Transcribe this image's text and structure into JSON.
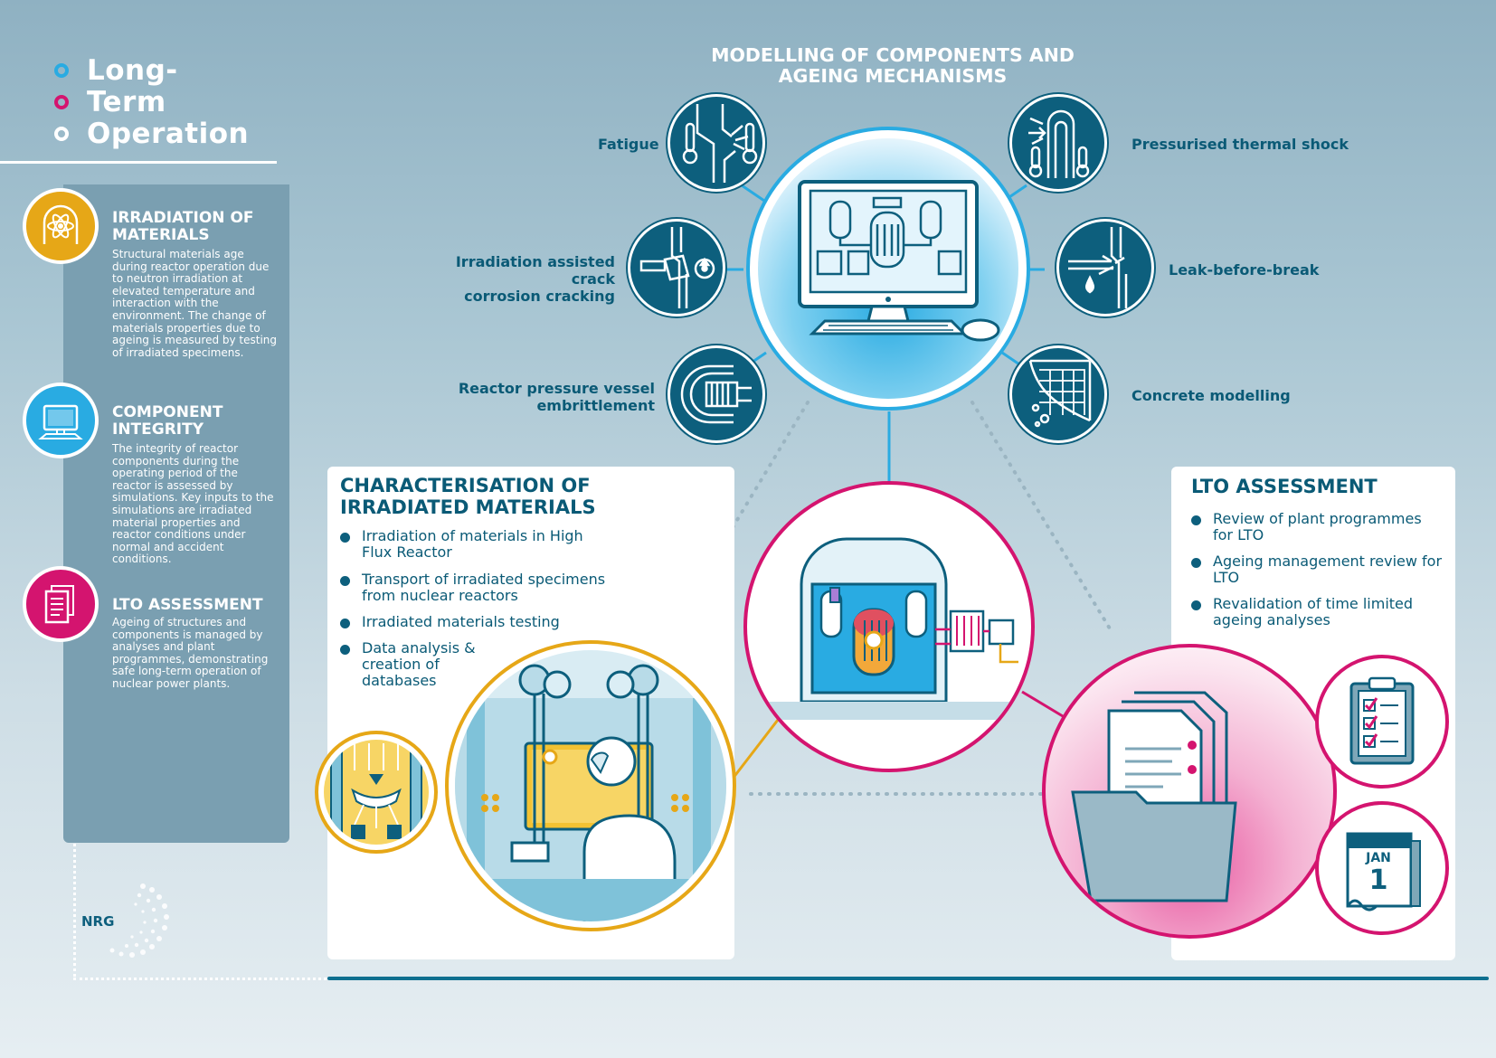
{
  "title": {
    "line1": "Long-",
    "line2": "Term",
    "line3": "Operation",
    "ring_colors": [
      "#29abe2",
      "#d4146f",
      "#ffffff"
    ]
  },
  "left_panel": {
    "sections": [
      {
        "icon": "atom-icon",
        "color": "#e6a717",
        "title": "Irradiation of materials",
        "text": "Structural materials age during reactor operation due to neutron irradiation at elevated temperature and interaction with the environment. The change of materials properties due to ageing is measured by testing of irradiated specimens."
      },
      {
        "icon": "computer-icon",
        "color": "#29abe2",
        "title": "Component integrity",
        "text": "The integrity of reactor components during the operating period of the reactor is assessed by simulations. Key inputs to the simulations are irradiated material properties and reactor conditions under normal and accident conditions."
      },
      {
        "icon": "document-icon",
        "color": "#d4146f",
        "title": "LTO assessment",
        "text": "Ageing of structures and components is managed by analyses and plant programmes, demonstrating safe long-term operation of nuclear power plants."
      }
    ],
    "logo": "NRG"
  },
  "modelling": {
    "title": "Modelling of components and ageing mechanisms",
    "mechanisms": {
      "fatigue": "Fatigue",
      "iascc_line1": "Irradiation assisted crack",
      "iascc_line2": "corrosion cracking",
      "rpv_line1": "Reactor pressure vessel",
      "rpv_line2": "embrittlement",
      "pts": "Pressurised thermal shock",
      "lbb": "Leak-before-break",
      "concrete": "Concrete modelling"
    }
  },
  "characterisation": {
    "title": "Characterisation of irradiated materials",
    "bullets": [
      [
        "Irradiation of materials in High",
        "Flux Reactor"
      ],
      [
        "Transport of irradiated specimens",
        "from nuclear reactors"
      ],
      [
        "Irradiated materials testing"
      ],
      [
        "Data analysis &",
        "creation of",
        "databases"
      ]
    ]
  },
  "lto": {
    "title": "LTO assessment",
    "bullets": [
      [
        "Review of plant programmes",
        "for LTO"
      ],
      [
        "Ageing management review for",
        "LTO"
      ],
      [
        "Revalidation of time limited",
        "ageing analyses"
      ]
    ],
    "calendar_month": "JAN",
    "calendar_day": "1"
  },
  "colors": {
    "dark_teal": "#0d5f7d",
    "text_teal": "#0a5a76",
    "cyan": "#29abe2",
    "magenta": "#d4146f",
    "gold": "#e6a717"
  }
}
